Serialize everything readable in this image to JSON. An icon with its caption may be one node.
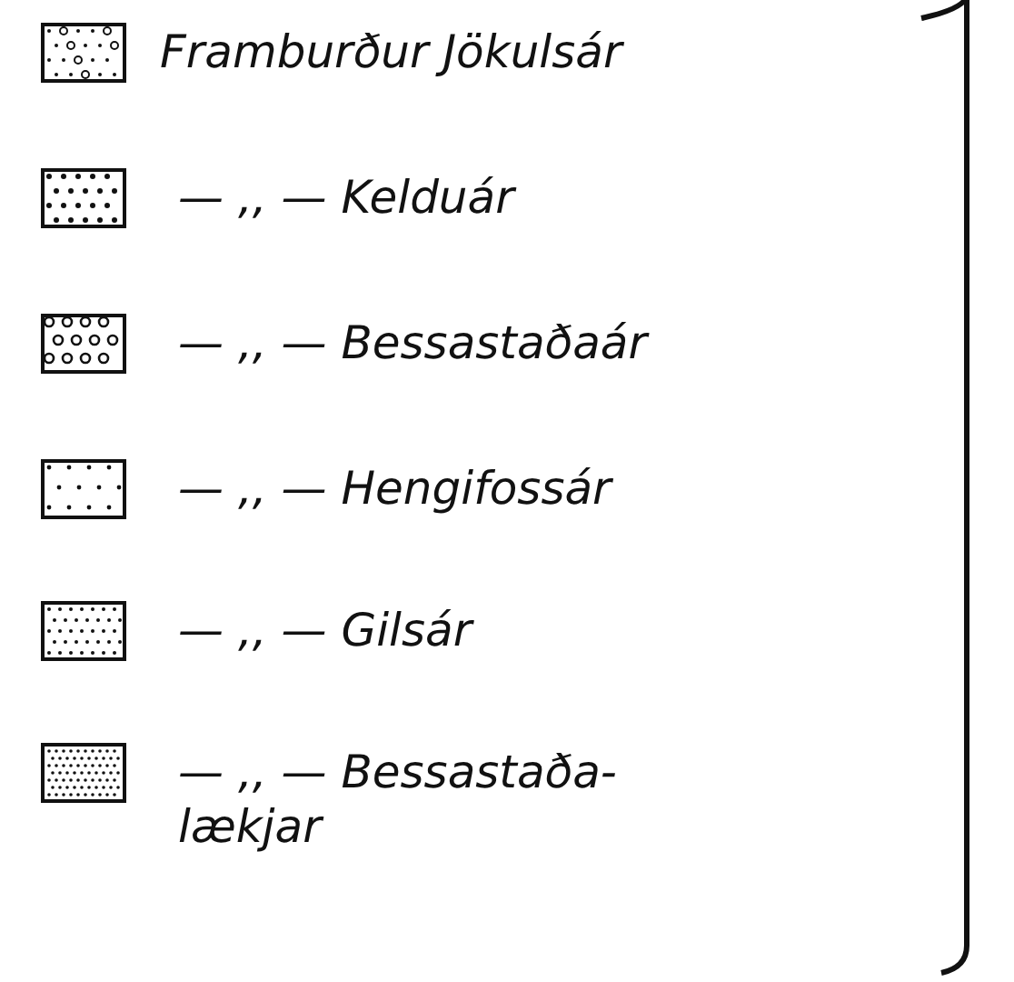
{
  "diagram": {
    "legend": [
      {
        "text": "Framburður Jökulsár"
      },
      {
        "text": "— ,, — Kelduár"
      },
      {
        "text": "— ,, — Bessastaðaár"
      },
      {
        "text": "— ,, — Hengifossár"
      },
      {
        "text": "— ,, — Gilsár"
      },
      {
        "text": "— ,, — Bessastaða- lækjar"
      }
    ]
  }
}
